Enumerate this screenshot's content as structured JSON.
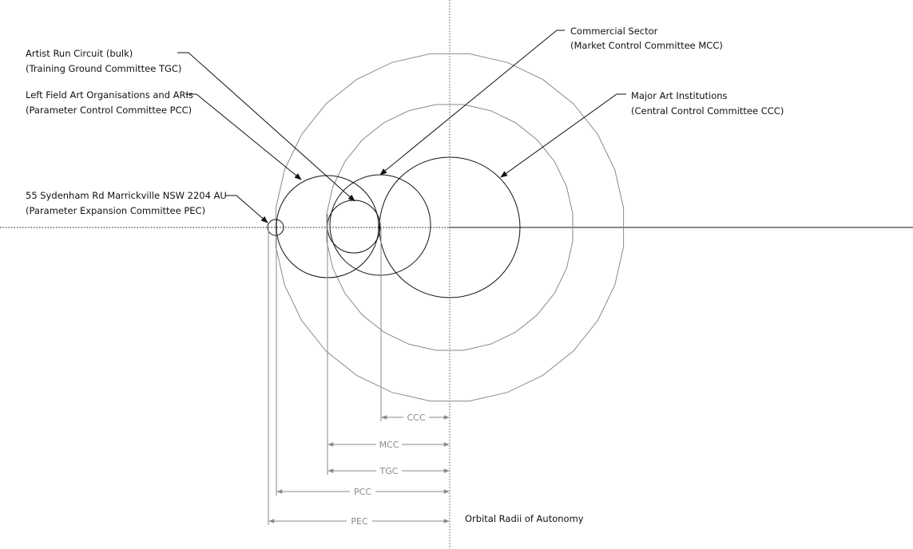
{
  "labels": {
    "artist_run": {
      "line1": "Artist Run Circuit (bulk)",
      "line2": "(Training Ground Committee TGC)"
    },
    "left_field": {
      "line1": "Left Field Art Organisations and ARIs",
      "line2": "(Parameter Control Committee PCC)"
    },
    "address": {
      "line1": "55 Sydenham Rd Marrickville NSW 2204 AU",
      "line2": "(Parameter Expansion Committee PEC)"
    },
    "commercial": {
      "line1": "Commercial Sector",
      "line2": "(Market Control Committee MCC)"
    },
    "major": {
      "line1": "Major Art Institutions",
      "line2": "(Central Control Committee CCC)"
    }
  },
  "dimensions": {
    "ccc": "CCC",
    "mcc": "MCC",
    "tgc": "TGC",
    "pcc": "PCC",
    "pec": "PEC"
  },
  "caption": "Orbital Radii of Autonomy",
  "colors": {
    "ink": "#111111",
    "orbit": "#8a8a8a",
    "dimension": "#8a8a8a"
  }
}
